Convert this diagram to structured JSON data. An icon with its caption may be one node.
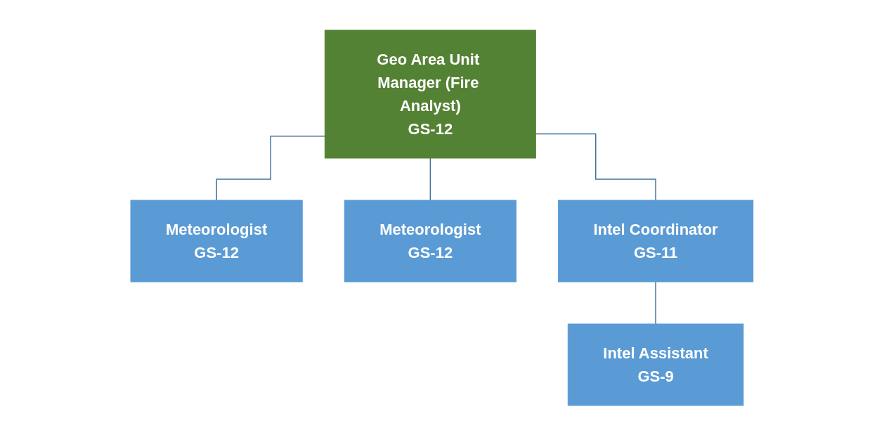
{
  "diagram": {
    "nodes": [
      {
        "text": [
          "Geo Area Unit Manager (Fire Analyst)",
          "GS-12"
        ]
      },
      {
        "text": [
          "Meteorologist",
          "GS-12"
        ]
      },
      {
        "text": [
          "Meteorologist",
          "GS-12"
        ]
      },
      {
        "text": [
          "Intel Coordinator",
          "GS-11"
        ]
      },
      {
        "text": [
          "Intel Assistant",
          "GS-9"
        ]
      }
    ],
    "edges": [
      {
        "from": 0,
        "to": 1,
        "arrow": "none"
      },
      {
        "from": 0,
        "to": 2,
        "arrow": "none"
      },
      {
        "from": 0,
        "to": 3,
        "arrow": "none"
      },
      {
        "from": 3,
        "to": 4,
        "arrow": "none"
      }
    ]
  }
}
